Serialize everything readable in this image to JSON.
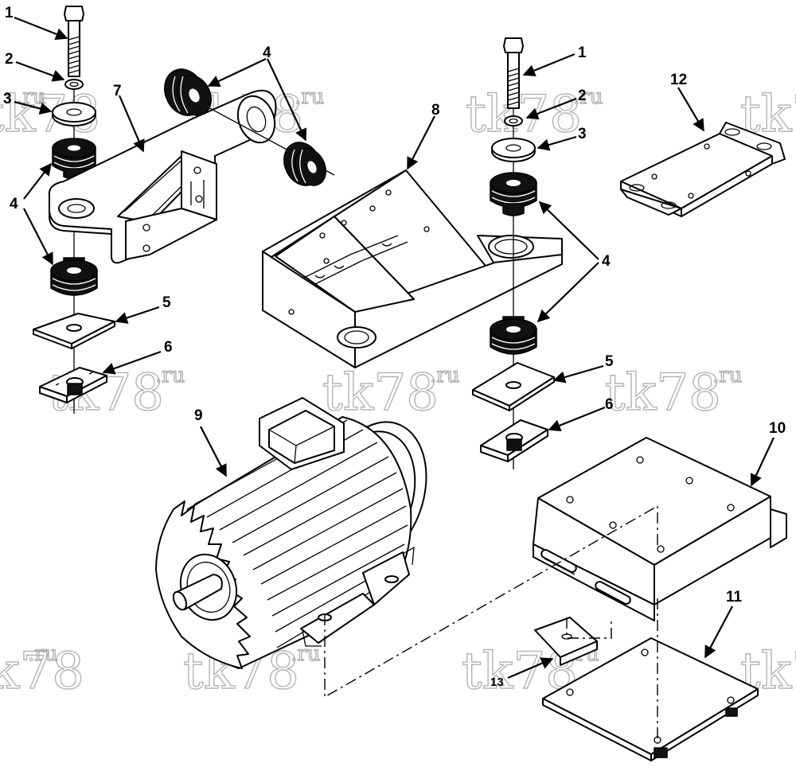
{
  "callouts": [
    {
      "id": "c1a",
      "text": "1"
    },
    {
      "id": "c2a",
      "text": "2"
    },
    {
      "id": "c3a",
      "text": "3"
    },
    {
      "id": "c4a",
      "text": "4"
    },
    {
      "id": "c4b",
      "text": "4"
    },
    {
      "id": "c5a",
      "text": "5"
    },
    {
      "id": "c6a",
      "text": "6"
    },
    {
      "id": "c7",
      "text": "7"
    },
    {
      "id": "c8",
      "text": "8"
    },
    {
      "id": "c1b",
      "text": "1"
    },
    {
      "id": "c2b",
      "text": "2"
    },
    {
      "id": "c3b",
      "text": "3"
    },
    {
      "id": "c4c",
      "text": "4"
    },
    {
      "id": "c5b",
      "text": "5"
    },
    {
      "id": "c6b",
      "text": "6"
    },
    {
      "id": "c9",
      "text": "9"
    },
    {
      "id": "c10",
      "text": "10"
    },
    {
      "id": "c11",
      "text": "11"
    },
    {
      "id": "c12",
      "text": "12"
    },
    {
      "id": "c13",
      "text": "13"
    }
  ],
  "watermark": {
    "main": "tk78",
    "suffix": ".ru"
  }
}
